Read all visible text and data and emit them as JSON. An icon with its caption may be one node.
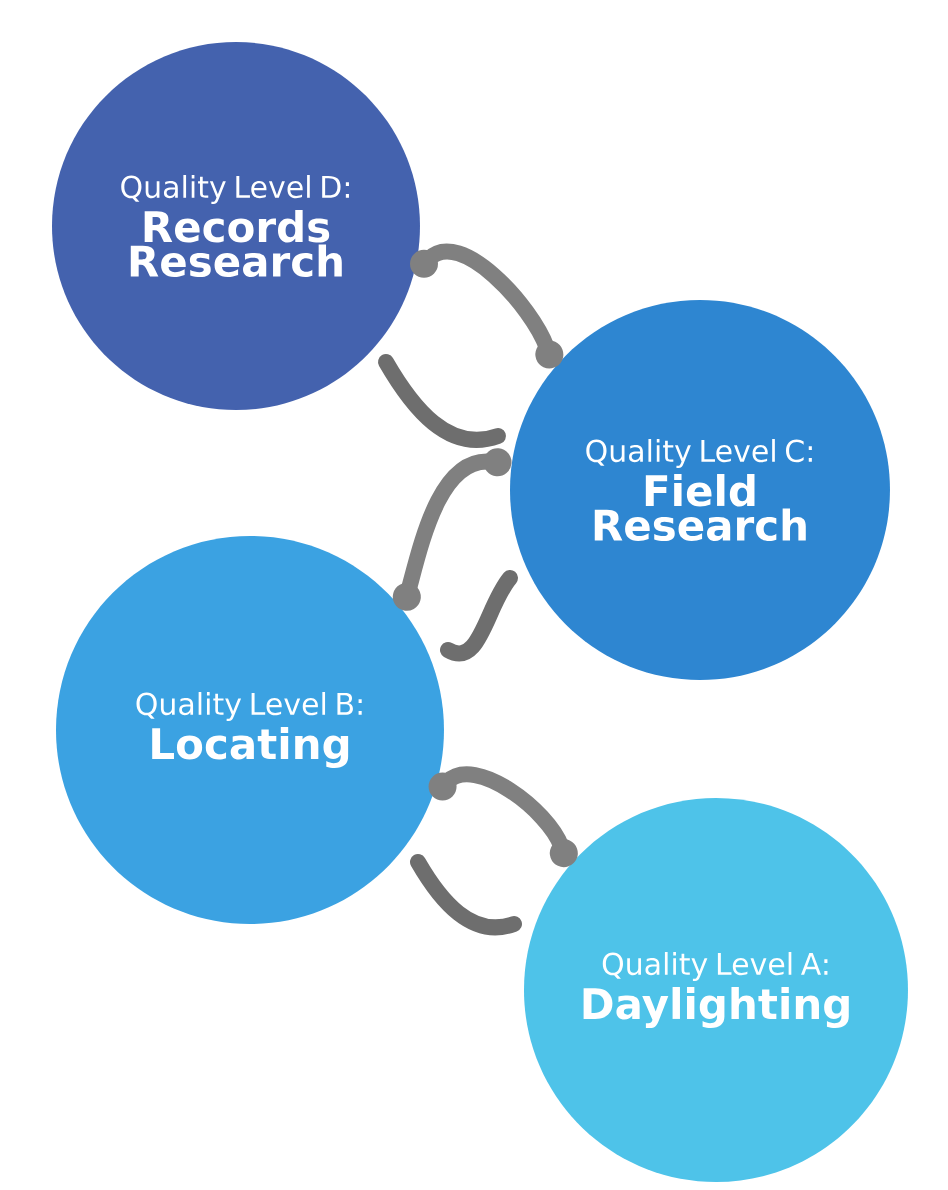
{
  "diagram": {
    "nodes": [
      {
        "text": [
          "Quality Level D:",
          "Records Research"
        ]
      },
      {
        "text": [
          "Quality Level C:",
          "Field Research"
        ]
      },
      {
        "text": [
          "Quality Level B:",
          "Locating"
        ]
      },
      {
        "text": [
          "Quality Level A:",
          "Daylighting"
        ]
      }
    ],
    "edges": [
      {
        "from": 0,
        "to": 1,
        "arrow": "other"
      },
      {
        "from": 1,
        "to": 2,
        "arrow": "other"
      },
      {
        "from": 2,
        "to": 3,
        "arrow": "other"
      }
    ]
  }
}
